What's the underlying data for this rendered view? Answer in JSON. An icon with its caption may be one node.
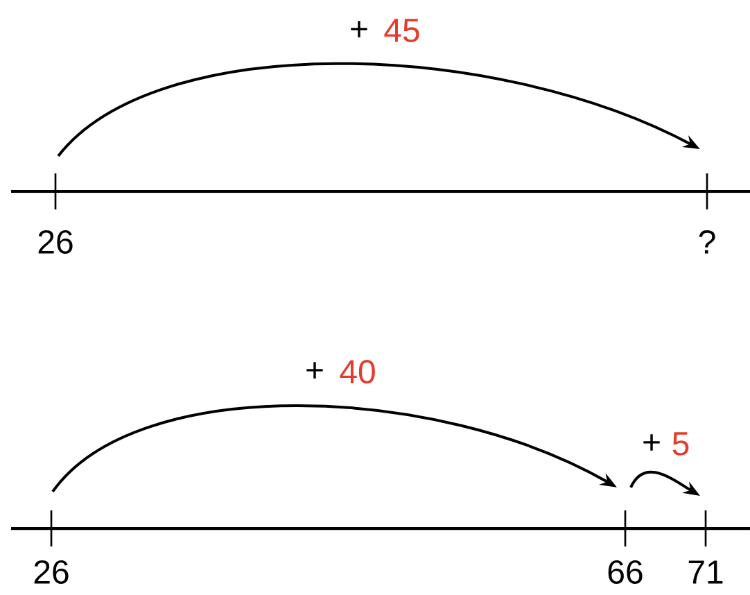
{
  "diagram": {
    "nodes": [
      {
        "text": [
          "26"
        ]
      },
      {
        "text": [
          "?"
        ]
      },
      {
        "text": [
          "26"
        ]
      },
      {
        "text": [
          "66"
        ]
      },
      {
        "text": [
          "71"
        ]
      }
    ],
    "edges": [
      {
        "from": 0,
        "to": 1,
        "arrow": "to",
        "label": "45"
      },
      {
        "from": 2,
        "to": 3,
        "arrow": "to",
        "label": "40"
      },
      {
        "from": 3,
        "to": 4,
        "arrow": "to",
        "label": "5"
      }
    ],
    "labels": [
      "+",
      "+",
      "+"
    ]
  }
}
